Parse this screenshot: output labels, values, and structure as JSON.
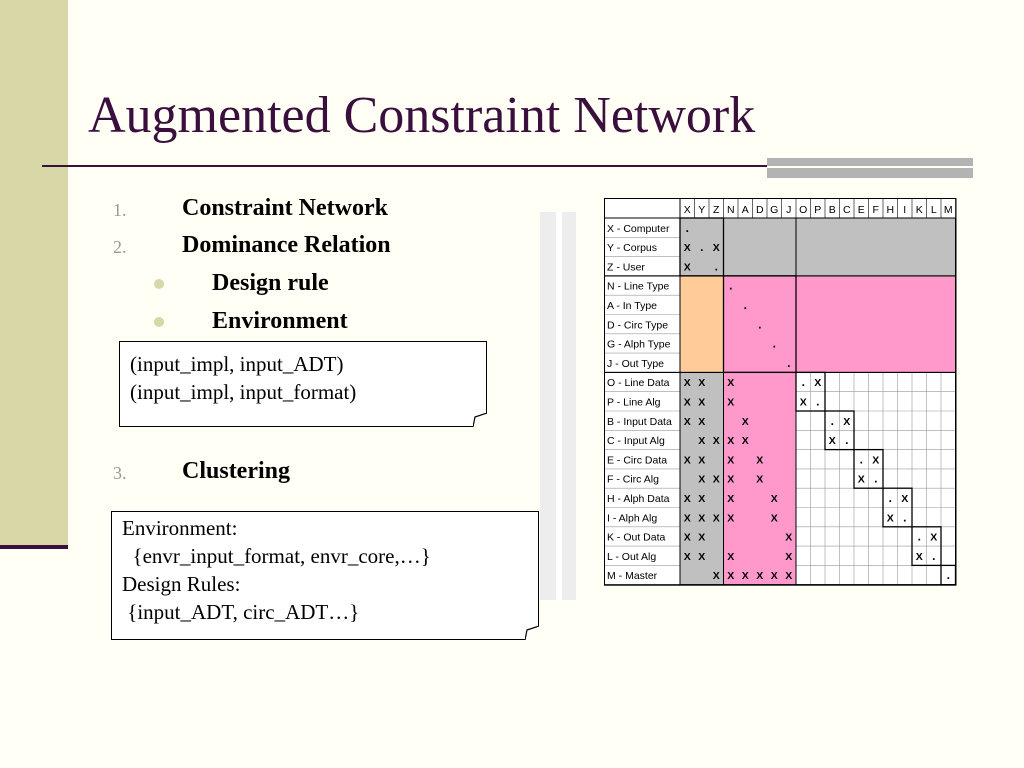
{
  "title": "Augmented Constraint Network",
  "list": [
    {
      "num": "1.",
      "label": "Constraint Network"
    },
    {
      "num": "2.",
      "label": "Dominance Relation"
    },
    {
      "num": "",
      "label": "Design rule"
    },
    {
      "num": "",
      "label": "Environment"
    },
    {
      "num": "3.",
      "label": "Clustering"
    }
  ],
  "note1": {
    "lines": [
      "(input_impl, input_ADT)",
      "(input_impl, input_format)"
    ]
  },
  "note2": {
    "lines": [
      "Environment:",
      "  {envr_input_format, envr_core,…}",
      "Design Rules:",
      " {input_ADT, circ_ADT…}"
    ]
  },
  "colors": {
    "accent": "#3a0f3e",
    "gray": "#c0c0c0",
    "orange": "#ffcc99",
    "pink": "#ff99cc",
    "sidebar": "#d7d7a7"
  },
  "chart_data": {
    "type": "table",
    "columns": [
      "X",
      "Y",
      "Z",
      "N",
      "A",
      "D",
      "G",
      "J",
      "O",
      "P",
      "B",
      "C",
      "E",
      "F",
      "H",
      "I",
      "K",
      "L",
      "M"
    ],
    "rows": [
      {
        "label": "X - Computer",
        "cells": {
          "0": "."
        }
      },
      {
        "label": "Y - Corpus",
        "cells": {
          "0": "X",
          "1": ".",
          "2": "X"
        }
      },
      {
        "label": "Z - User",
        "cells": {
          "0": "X",
          "2": "."
        }
      },
      {
        "label": "N - Line Type",
        "cells": {
          "3": "."
        }
      },
      {
        "label": "A - In Type",
        "cells": {
          "4": "."
        }
      },
      {
        "label": "D - Circ Type",
        "cells": {
          "5": "."
        }
      },
      {
        "label": "G - Alph Type",
        "cells": {
          "6": "."
        }
      },
      {
        "label": "J - Out Type",
        "cells": {
          "7": "."
        }
      },
      {
        "label": "O - Line Data",
        "cells": {
          "0": "X",
          "1": "X",
          "3": "X",
          "8": ".",
          "9": "X"
        }
      },
      {
        "label": "P - Line Alg",
        "cells": {
          "0": "X",
          "1": "X",
          "3": "X",
          "8": "X",
          "9": "."
        }
      },
      {
        "label": "B - Input Data",
        "cells": {
          "0": "X",
          "1": "X",
          "4": "X",
          "10": ".",
          "11": "X"
        }
      },
      {
        "label": "C  - Input Alg",
        "cells": {
          "1": "X",
          "2": "X",
          "3": "X",
          "4": "X",
          "10": "X",
          "11": "."
        }
      },
      {
        "label": "E - Circ Data",
        "cells": {
          "0": "X",
          "1": "X",
          "3": "X",
          "5": "X",
          "12": ".",
          "13": "X"
        }
      },
      {
        "label": "F - Circ Alg",
        "cells": {
          "1": "X",
          "2": "X",
          "3": "X",
          "5": "X",
          "12": "X",
          "13": "."
        }
      },
      {
        "label": "H - Alph Data",
        "cells": {
          "0": "X",
          "1": "X",
          "3": "X",
          "6": "X",
          "14": ".",
          "15": "X"
        }
      },
      {
        "label": "I - Alph Alg",
        "cells": {
          "0": "X",
          "1": "X",
          "2": "X",
          "3": "X",
          "6": "X",
          "14": "X",
          "15": "."
        }
      },
      {
        "label": "K - Out Data",
        "cells": {
          "0": "X",
          "1": "X",
          "7": "X",
          "16": ".",
          "17": "X"
        }
      },
      {
        "label": "L - Out Alg",
        "cells": {
          "0": "X",
          "1": "X",
          "3": "X",
          "7": "X",
          "16": "X",
          "17": "."
        }
      },
      {
        "label": "M - Master",
        "cells": {
          "2": "X",
          "3": "X",
          "4": "X",
          "5": "X",
          "6": "X",
          "7": "X",
          "18": "."
        }
      }
    ]
  }
}
